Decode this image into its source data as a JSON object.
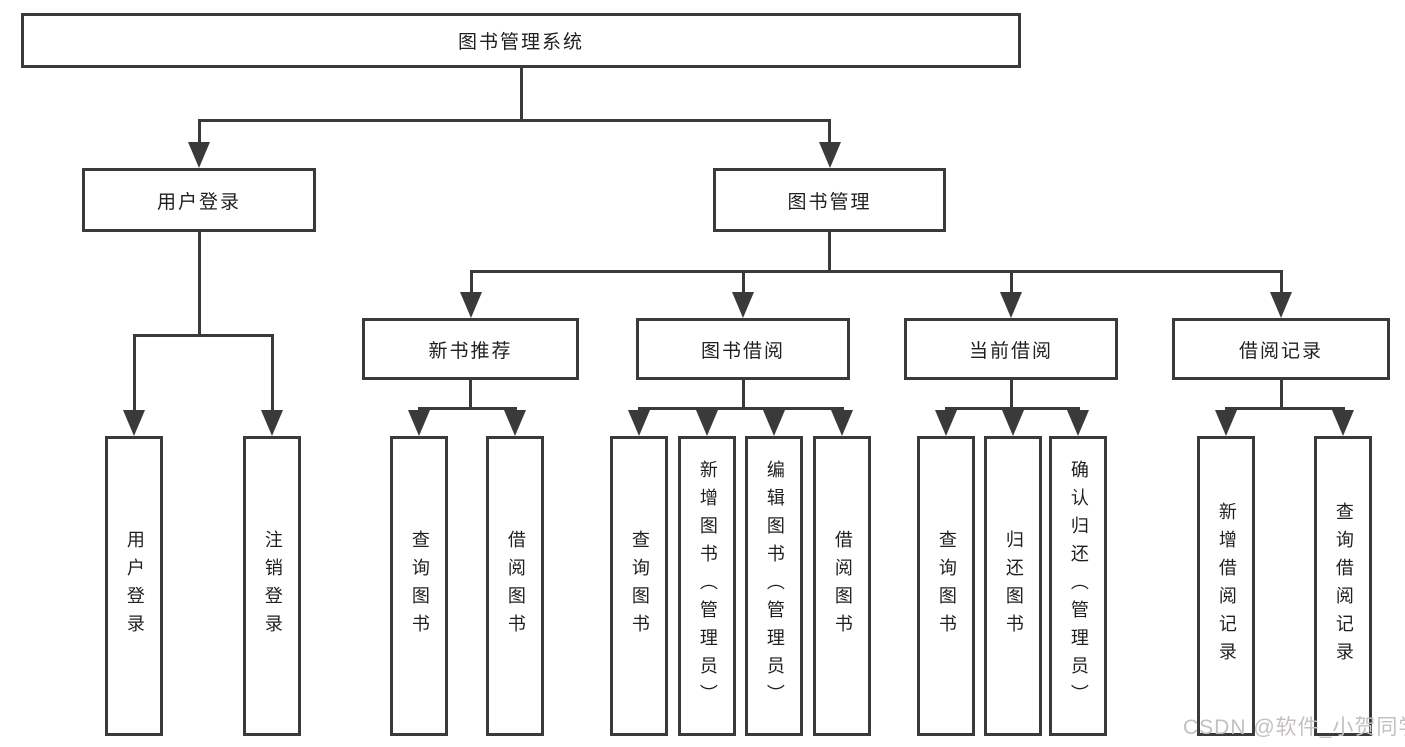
{
  "colors": {
    "line": "#3a3a3a",
    "text": "#1f1f1f",
    "background": "#ffffff",
    "watermark_color": "#c5c0c0"
  },
  "watermark": {
    "text": "CSDN @软件_小贺同学"
  },
  "tree": {
    "root": {
      "label": "图书管理系统"
    },
    "branches": [
      {
        "label": "用户登录",
        "leaves": [
          {
            "label": "用户登录"
          },
          {
            "label": "注销登录"
          }
        ]
      },
      {
        "label": "图书管理",
        "groups": [
          {
            "label": "新书推荐",
            "leaves": [
              {
                "label": "查询图书"
              },
              {
                "label": "借阅图书"
              }
            ]
          },
          {
            "label": "图书借阅",
            "leaves": [
              {
                "label": "查询图书"
              },
              {
                "label": "新增图书（管理员）"
              },
              {
                "label": "编辑图书（管理员）"
              },
              {
                "label": "借阅图书"
              }
            ]
          },
          {
            "label": "当前借阅",
            "leaves": [
              {
                "label": "查询图书"
              },
              {
                "label": "归还图书"
              },
              {
                "label": "确认归还（管理员）"
              }
            ]
          },
          {
            "label": "借阅记录",
            "leaves": [
              {
                "label": "新增借阅记录"
              },
              {
                "label": "查询借阅记录"
              }
            ]
          }
        ]
      }
    ]
  }
}
